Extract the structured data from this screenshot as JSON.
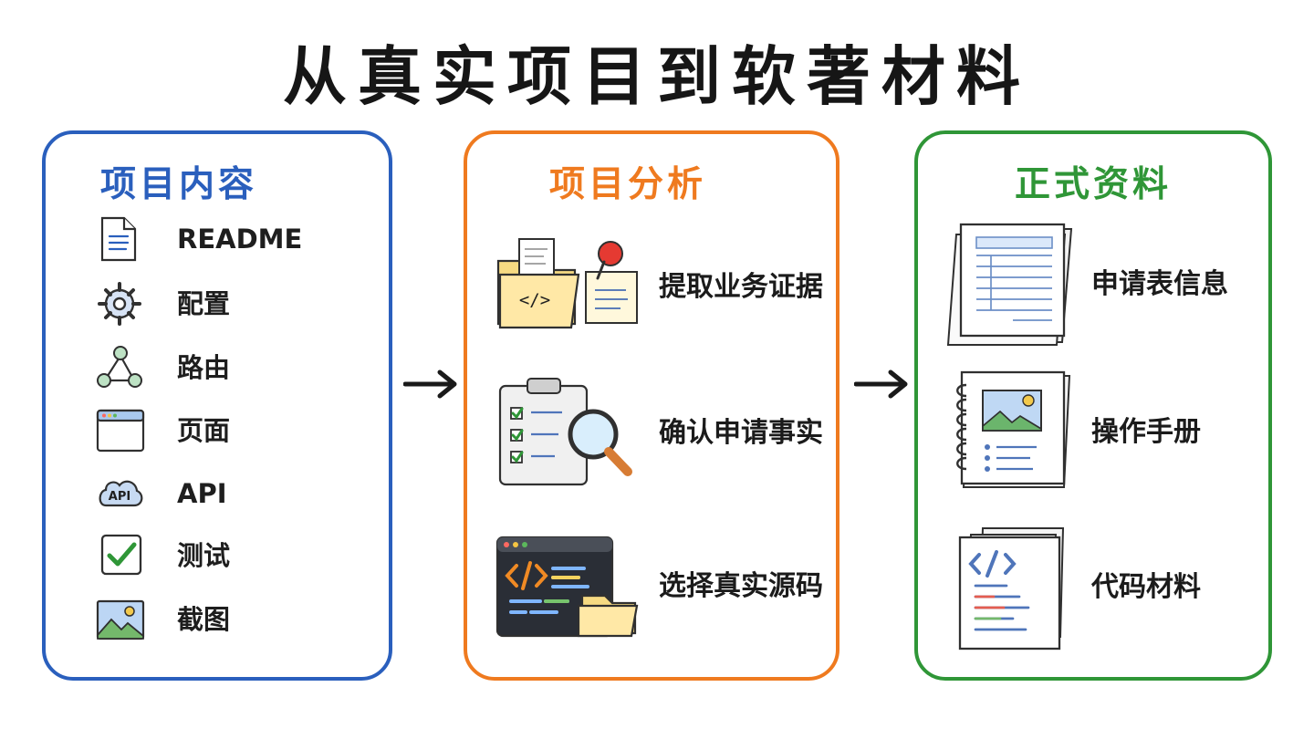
{
  "title": "从真实项目到软著材料",
  "colors": {
    "blue": "#2a5fbd",
    "orange": "#ef7a1f",
    "green": "#2f9637",
    "text": "#1e1e1e"
  },
  "panels": {
    "left": {
      "title": "项目内容",
      "items": [
        {
          "label": "README",
          "icon": "document-icon"
        },
        {
          "label": "配置",
          "icon": "gear-icon"
        },
        {
          "label": "路由",
          "icon": "route-icon"
        },
        {
          "label": "页面",
          "icon": "browser-window-icon"
        },
        {
          "label": "API",
          "icon": "api-cloud-icon"
        },
        {
          "label": "测试",
          "icon": "checkbox-icon"
        },
        {
          "label": "截图",
          "icon": "image-icon"
        }
      ]
    },
    "middle": {
      "title": "项目分析",
      "steps": [
        {
          "label": "提取业务证据",
          "icon": "folder-code-note-icon"
        },
        {
          "label": "确认申请事实",
          "icon": "clipboard-magnifier-icon"
        },
        {
          "label": "选择真实源码",
          "icon": "code-window-folder-icon"
        }
      ]
    },
    "right": {
      "title": "正式资料",
      "outputs": [
        {
          "label": "申请表信息",
          "icon": "form-sheet-icon"
        },
        {
          "label": "操作手册",
          "icon": "manual-icon"
        },
        {
          "label": "代码材料",
          "icon": "code-pages-icon"
        }
      ]
    }
  },
  "arrows": [
    {
      "icon": "right-arrow-icon"
    },
    {
      "icon": "right-arrow-icon"
    }
  ]
}
